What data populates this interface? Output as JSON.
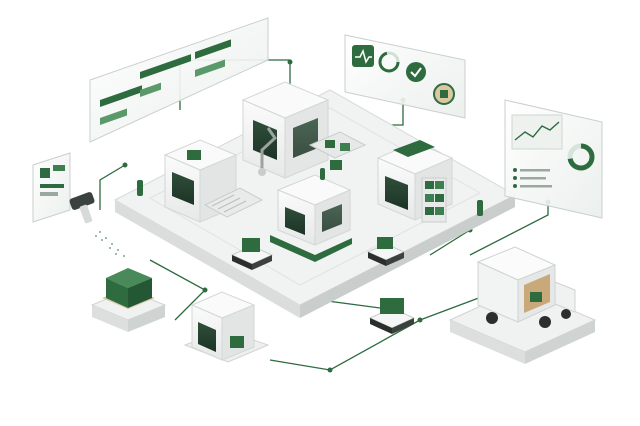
{
  "colors": {
    "background": "#ffffff",
    "accent": "#2e6b3f",
    "accent_light": "#5a9a6a",
    "accent_dark": "#1f4d2c",
    "platform_top": "#f2f3f3",
    "platform_side": "#d9dcdc",
    "panel_glass": "#f4f6f5",
    "panel_border": "#c9cfcc",
    "machine_white": "#f7f7f7",
    "machine_shade": "#dcdfde",
    "connector_line": "#2e6b3f"
  },
  "icons": {
    "status_panel": [
      "pulse-icon",
      "ring-gauge-icon",
      "checkmark-icon",
      "chip-icon"
    ],
    "dashboard_panel": [
      "line-chart-icon",
      "donut-chart-icon",
      "list-icon"
    ],
    "scanner": "barcode-scanner-icon",
    "logistics": [
      "pallet-icon",
      "delivery-truck-icon",
      "agv-robot-icon"
    ]
  },
  "panel_bar_levels": [
    0.7,
    0.45,
    0.85,
    0.35,
    0.6,
    0.5
  ],
  "dashboard_donut_level": 0.72
}
